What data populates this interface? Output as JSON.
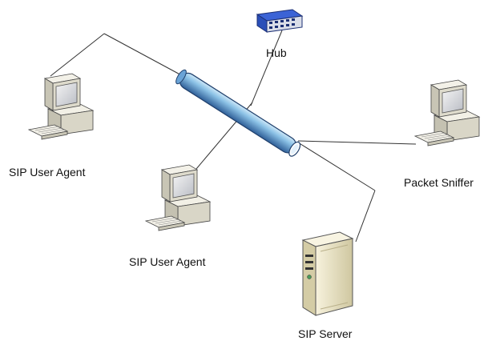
{
  "diagram": {
    "nodes": {
      "hub": {
        "label": "Hub",
        "icon": "hub-icon"
      },
      "ua_left": {
        "label": "SIP User Agent",
        "icon": "desktop-computer-icon"
      },
      "ua_center": {
        "label": "SIP User Agent",
        "icon": "desktop-computer-icon"
      },
      "sniffer": {
        "label": "Packet Sniffer",
        "icon": "desktop-computer-icon"
      },
      "server": {
        "label": "SIP Server",
        "icon": "server-tower-icon"
      }
    },
    "links": [
      {
        "from": "ua_left",
        "to": "hub"
      },
      {
        "from": "ua_center",
        "to": "hub"
      },
      {
        "from": "sniffer",
        "to": "hub"
      },
      {
        "from": "server",
        "to": "hub"
      }
    ],
    "colors": {
      "cable": "#4a7fb8",
      "cable_highlight": "#bfe0f6",
      "computer_body": "#e6e3d4",
      "server_body": "#ece6c7",
      "hub_body": "#1f3fa8",
      "line": "#333333"
    }
  }
}
